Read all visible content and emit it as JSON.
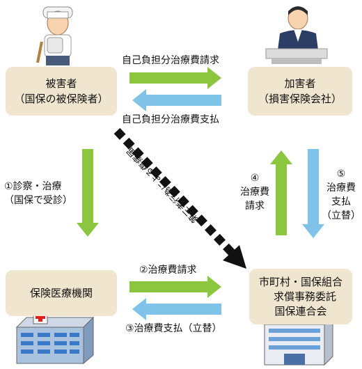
{
  "nodes": {
    "victim": {
      "line1": "被害者",
      "line2": "（国保の被保険者）"
    },
    "perpetrator": {
      "line1": "加害者",
      "line2": "（損害保険会社）"
    },
    "hospital": {
      "line1": "保険医療機関"
    },
    "municipality": {
      "line1": "市町村・国保組合",
      "line2": "求償事務委託",
      "line3": "国保連合会"
    }
  },
  "flows": {
    "self_pay_claim": "自己負担分治療費請求",
    "self_pay_payment": "自己負担分治療費支払",
    "diagnosis": {
      "line1": "①診察・治療",
      "line2": "（国保で受診）"
    },
    "claim_2": "②治療費請求",
    "payment_3": "③治療費支払（立替）",
    "claim_4": {
      "line1": "④",
      "line2": "治療費",
      "line3": "請求"
    },
    "payment_5": {
      "line1": "⑤",
      "line2": "治療費",
      "line3": "支払",
      "line4": "（立替）"
    },
    "third_party_report": "第三者行為による傷病届"
  },
  "colors": {
    "green_arrow": "#8cc63f",
    "blue_arrow": "#7fc4e8",
    "box_fill": "#f0e6cf",
    "dashed_arrow": "#111111"
  }
}
